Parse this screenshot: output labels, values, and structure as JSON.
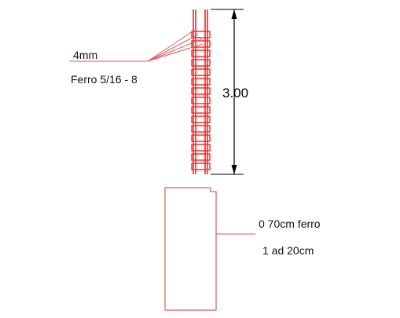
{
  "colors": {
    "rebar": "#ff2222",
    "leader": "#e05a5a",
    "dimension": "#000000",
    "text": "#111111"
  },
  "labels": {
    "stirrup_diameter": "4mm",
    "long_bars": "Ferro 5/16 - 8",
    "height": "3.00",
    "section_line1": "0 70cm  ferro",
    "section_line2": "1 ad 20cm"
  }
}
